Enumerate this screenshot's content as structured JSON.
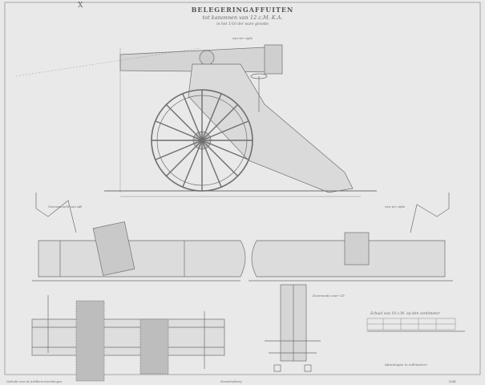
{
  "title": "BELEGERINGAFFUITEN",
  "subtitle": "tot kanonnen van 12 c.M. K.A.",
  "scale_note": "in het 1/10 der ware grootte",
  "main_view_label": "van ter zijde",
  "labels": {
    "front_view": "Vooraanzicht van AB",
    "side_view": "van ter zijde",
    "section": "Doorsnede over CD",
    "scale_bar": "Schaal van 10 c.M. op den centimeter",
    "dimensions": "Afmetingen in millimeters",
    "mark_x": "X"
  },
  "footer": {
    "left": "Gedrukt voor de Artillerie-Inrichtingen",
    "center": "Steendrukkerij",
    "right": "Delft"
  }
}
